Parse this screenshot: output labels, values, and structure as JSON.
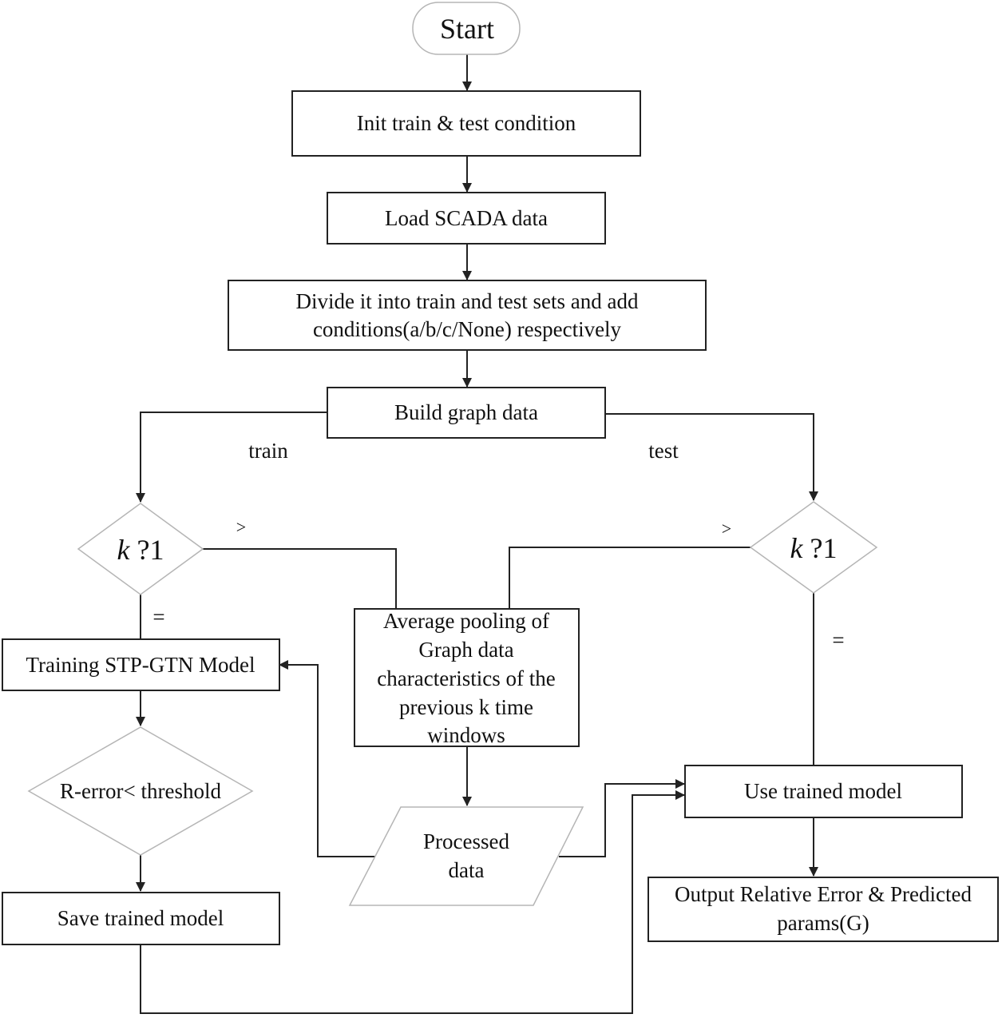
{
  "nodes": {
    "start": "Start",
    "init": "Init train & test condition",
    "load": "Load SCADA data",
    "divide": [
      "Divide it into train and test sets and add",
      "conditions(a/b/c/None) respectively"
    ],
    "build": "Build graph data",
    "decision_left": {
      "var": "k",
      "rest": " ?1"
    },
    "decision_right": {
      "var": "k",
      "rest": " ?1"
    },
    "training": "Training STP-GTN Model",
    "average": [
      "Average pooling of",
      "Graph data",
      "characteristics of the",
      "previous k time",
      "windows"
    ],
    "rerror": "R-error< threshold",
    "processed": [
      "Processed",
      "data"
    ],
    "use_model": "Use trained model",
    "save": "Save trained model",
    "output": [
      "Output Relative Error & Predicted",
      "params(G)"
    ]
  },
  "edge_labels": {
    "train": "train",
    "test": "test",
    "gt_left": ">",
    "gt_right": ">",
    "eq_left": "=",
    "eq_right": "="
  }
}
